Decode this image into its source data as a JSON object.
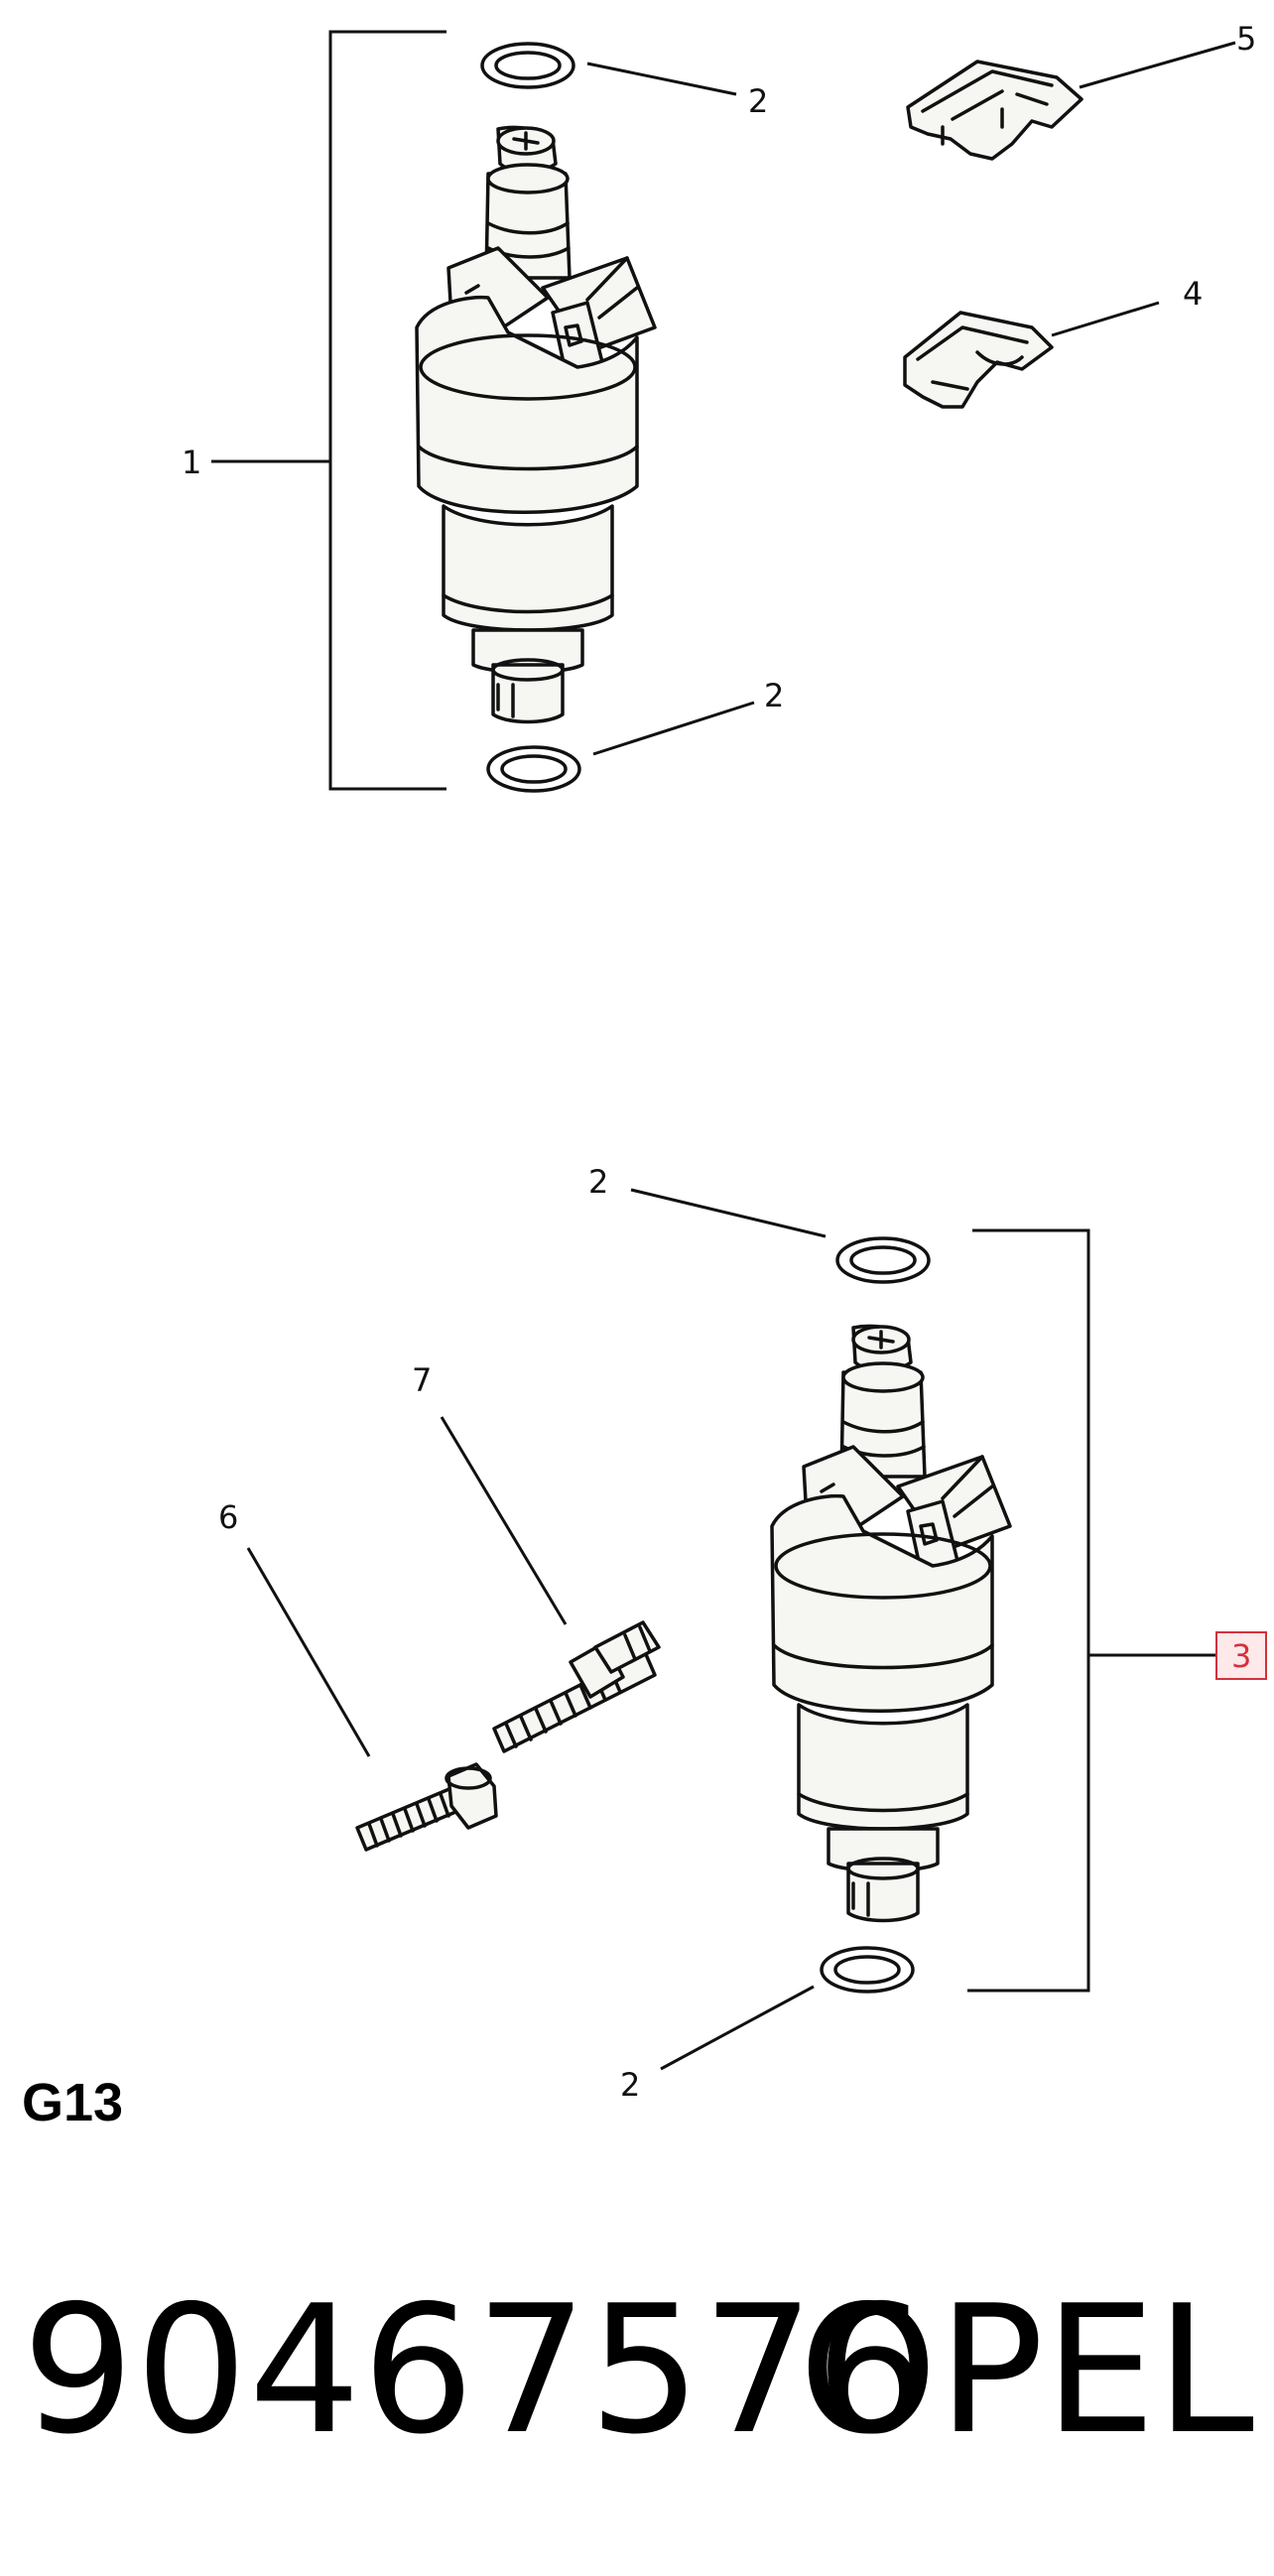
{
  "callouts": {
    "c1": "1",
    "c2a": "2",
    "c2b": "2",
    "c2c": "2",
    "c2d": "2",
    "c3": "3",
    "c4": "4",
    "c5": "5",
    "c6": "6",
    "c7": "7"
  },
  "section_label": "G13",
  "part_number": "90467576",
  "brand": "OPEL",
  "colors": {
    "callout_highlight_border": "#d2323c",
    "callout_highlight_fill": "#fde8ea"
  }
}
